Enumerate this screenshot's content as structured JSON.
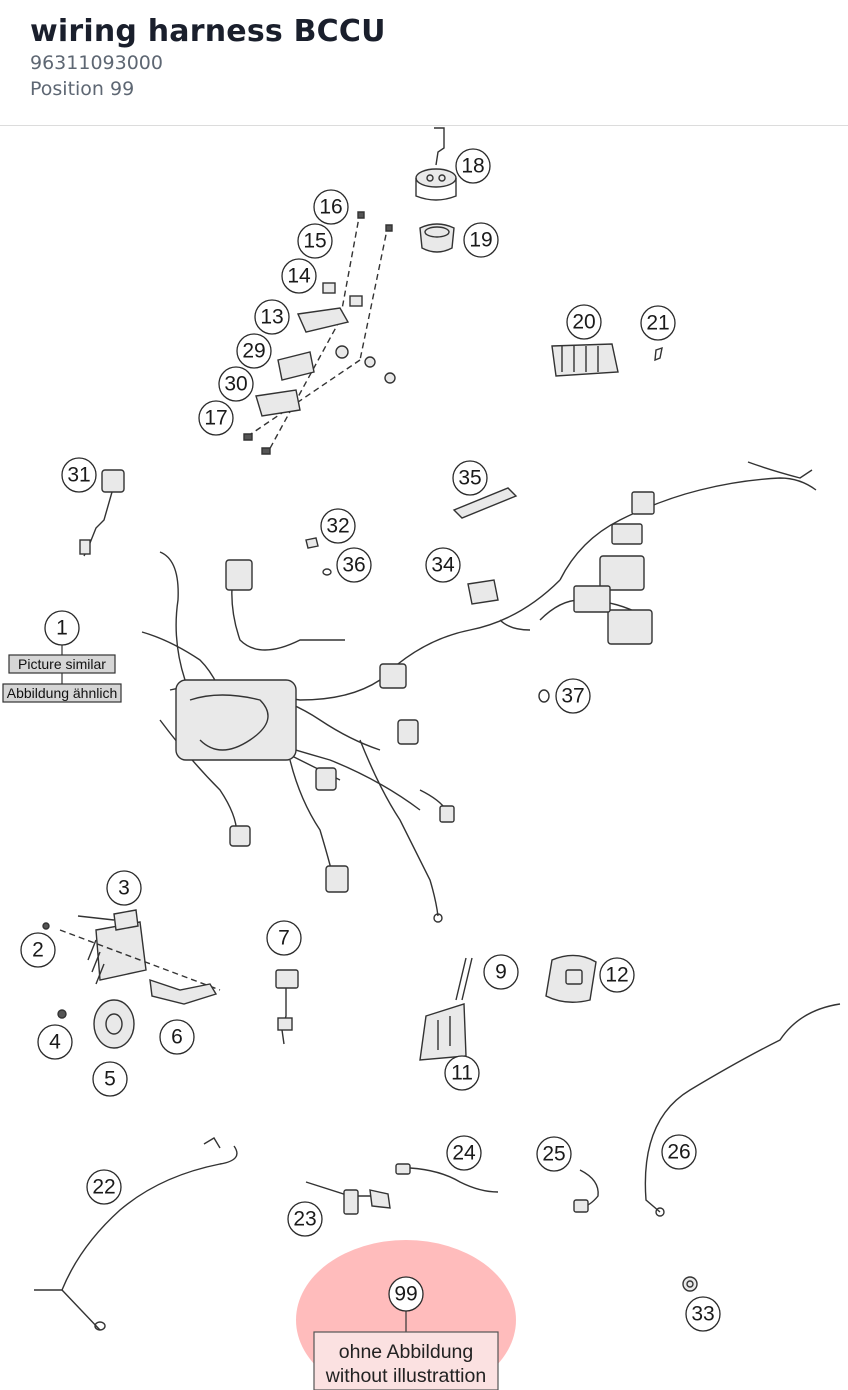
{
  "header": {
    "title": "wiring harness BCCU",
    "part_number": "96311093000",
    "position": "Position 99"
  },
  "diagram": {
    "callouts": [
      "1",
      "2",
      "3",
      "4",
      "5",
      "6",
      "7",
      "9",
      "11",
      "12",
      "13",
      "14",
      "15",
      "16",
      "17",
      "18",
      "19",
      "20",
      "21",
      "22",
      "23",
      "24",
      "25",
      "26",
      "29",
      "30",
      "31",
      "32",
      "33",
      "34",
      "35",
      "36",
      "37",
      "99"
    ],
    "picture_similar_label": "Picture similar",
    "abbildung_aehnlich_label": "Abbildung ähnlich",
    "note_de": "ohne Abbildung",
    "note_en": "without illustrattion",
    "highlight_color": "#ff6b6b"
  }
}
